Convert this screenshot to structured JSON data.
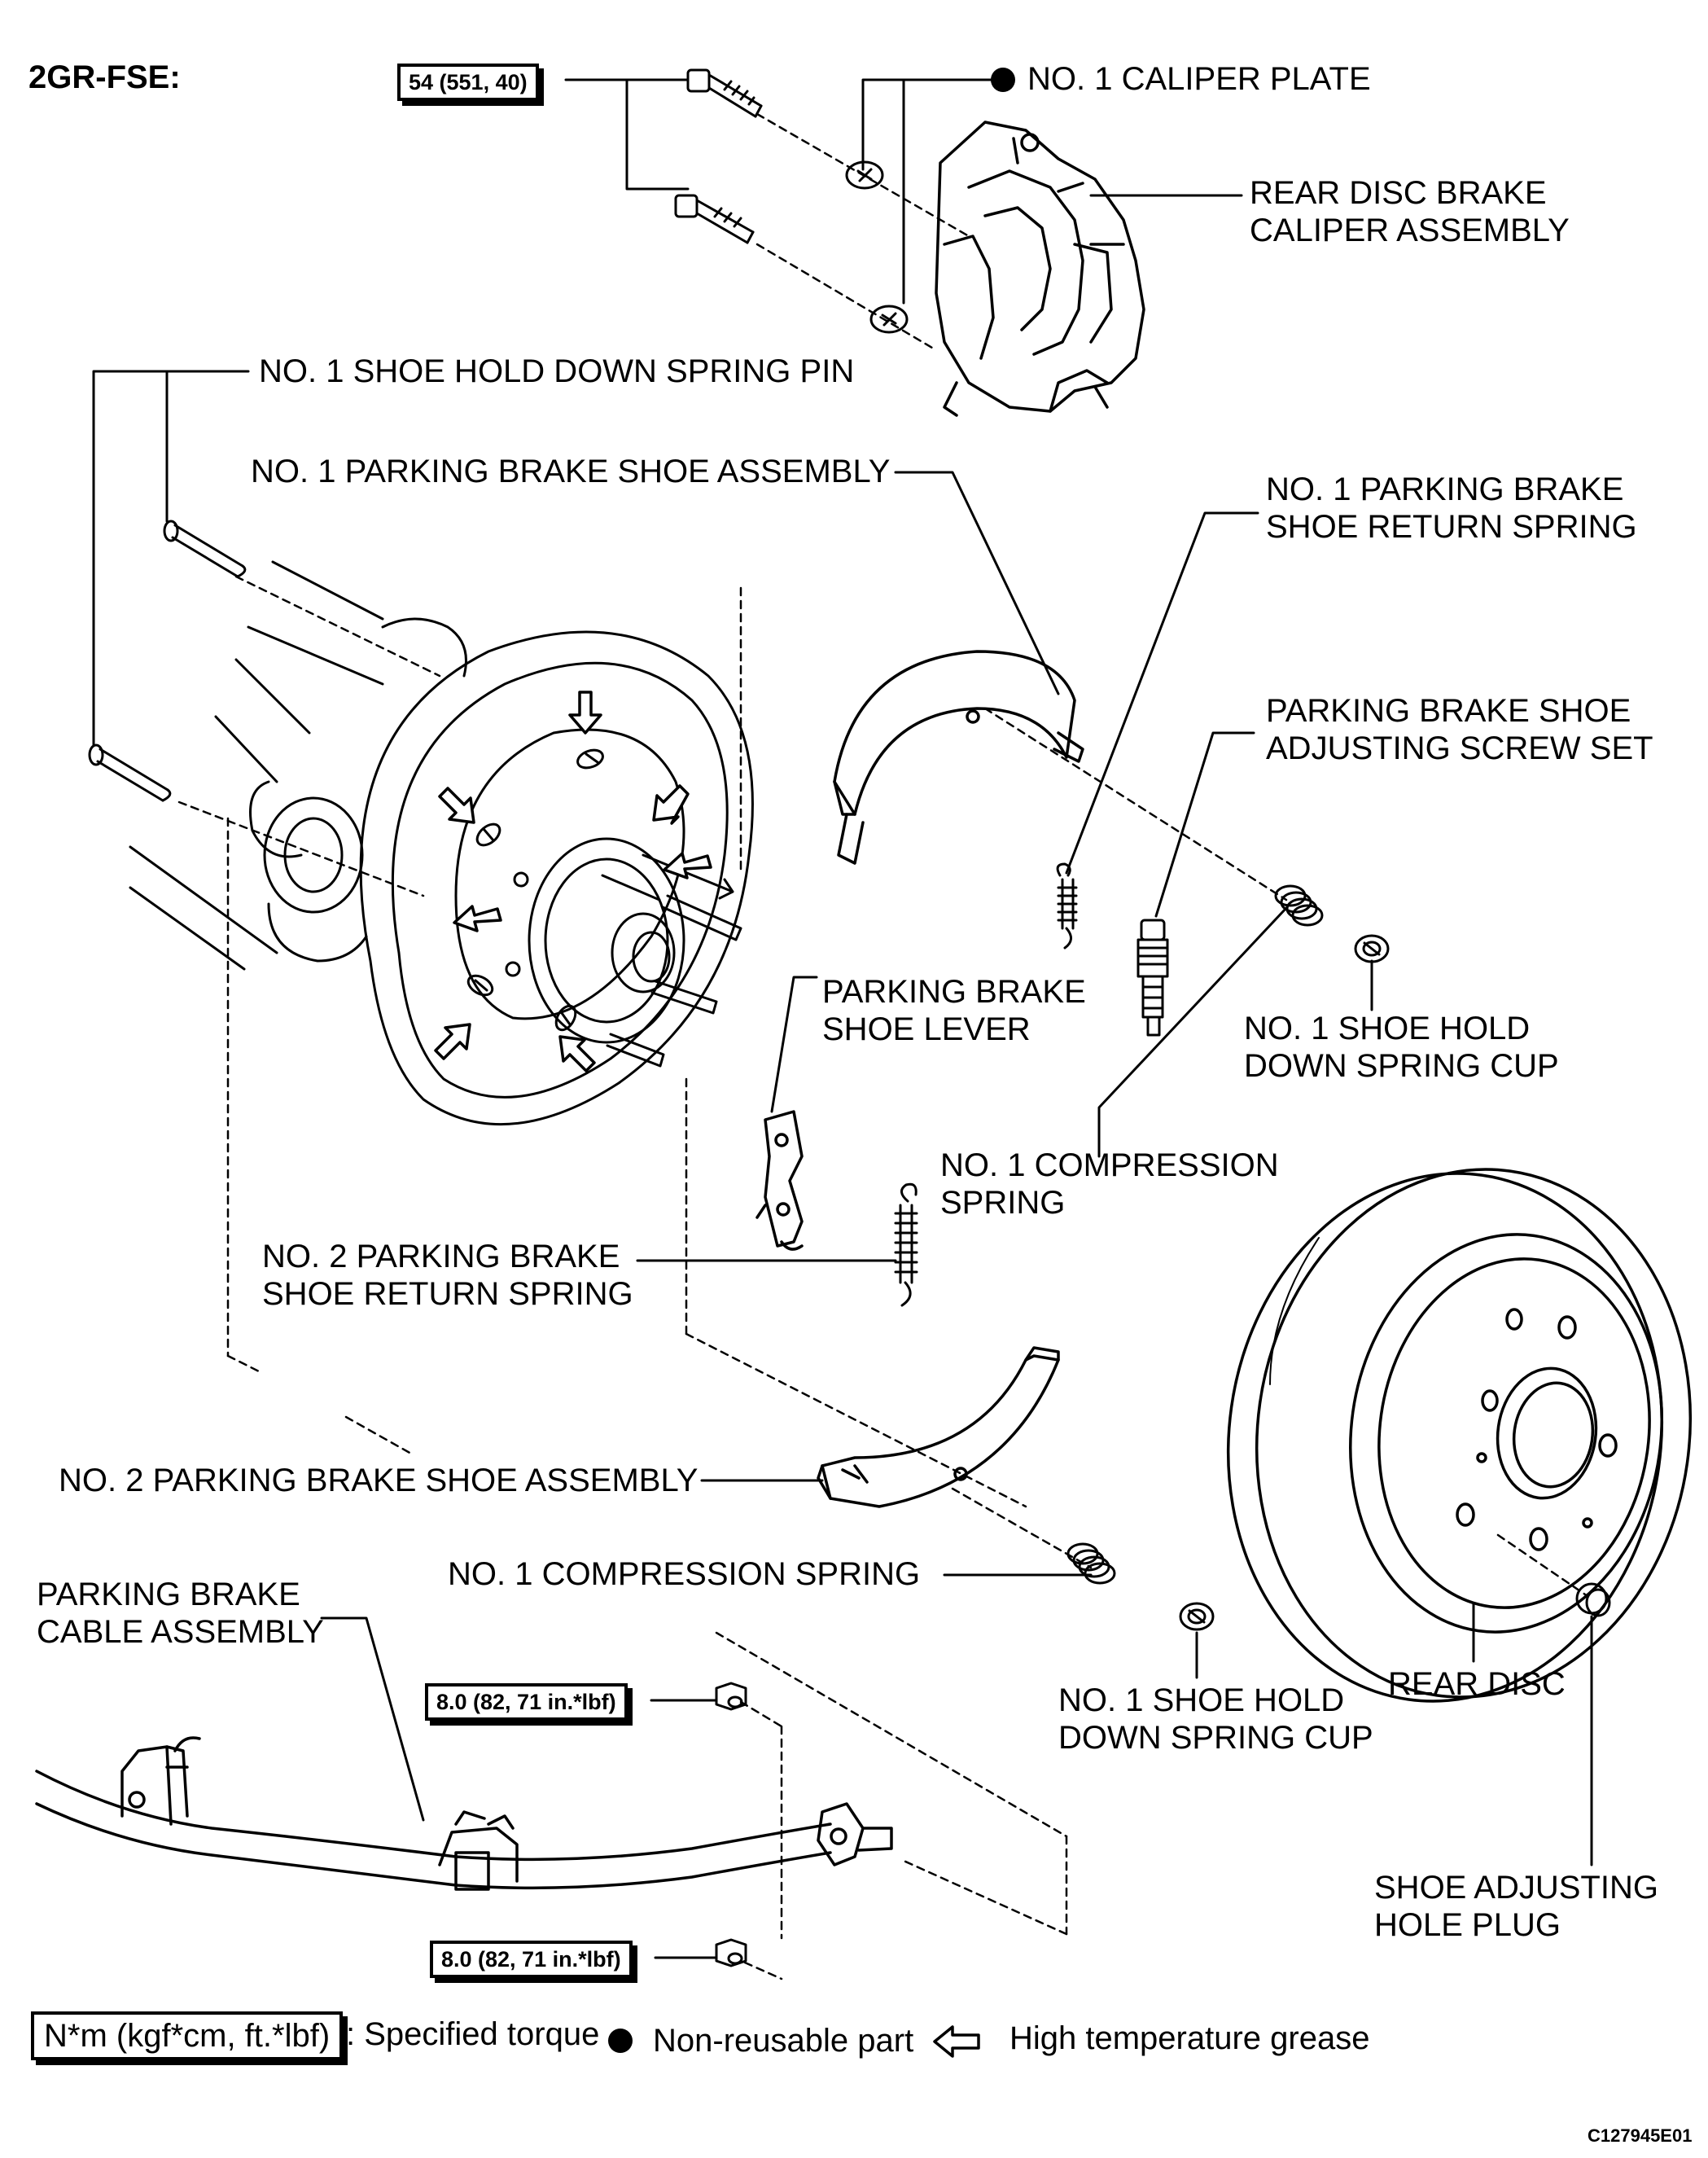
{
  "engine_label": "2GR-FSE:",
  "torques": {
    "caliper_bolts": "54 (551, 40)",
    "cable_upper": "8.0 (82, 71 in.*lbf)",
    "cable_lower": "8.0 (82, 71 in.*lbf)"
  },
  "labels": {
    "caliper_plate": "NO. 1 CALIPER PLATE",
    "caliper_assembly": [
      "REAR DISC BRAKE",
      "CALIPER ASSEMBLY"
    ],
    "hold_down_pin": "NO. 1 SHOE HOLD DOWN SPRING PIN",
    "shoe_assembly_1": "NO. 1 PARKING BRAKE SHOE ASSEMBLY",
    "return_spring_1": [
      "NO. 1 PARKING BRAKE",
      "SHOE RETURN SPRING"
    ],
    "adjusting_screw_set": [
      "PARKING BRAKE SHOE",
      "ADJUSTING SCREW SET"
    ],
    "shoe_lever": [
      "PARKING BRAKE",
      "SHOE LEVER"
    ],
    "cup_upper": [
      "NO. 1 SHOE HOLD",
      "DOWN SPRING CUP"
    ],
    "compression_spring_upper": [
      "NO. 1 COMPRESSION",
      "SPRING"
    ],
    "return_spring_2": [
      "NO.  2 PARKING BRAKE",
      "SHOE RETURN SPRING"
    ],
    "shoe_assembly_2": "NO. 2 PARKING BRAKE SHOE ASSEMBLY",
    "compression_spring_lower": "NO. 1 COMPRESSION SPRING",
    "cable_assembly": [
      "PARKING BRAKE",
      "CABLE ASSEMBLY"
    ],
    "cup_lower": [
      "NO. 1 SHOE HOLD",
      "DOWN SPRING CUP"
    ],
    "rear_disc": "REAR DISC",
    "hole_plug": [
      "SHOE ADJUSTING",
      "HOLE PLUG"
    ]
  },
  "legend": {
    "torque_box": "N*m (kgf*cm, ft.*lbf)",
    "torque_text": ": Specified torque",
    "nonreusable_text": "Non-reusable part",
    "grease_text": "High temperature grease"
  },
  "figure_code": "C127945E01",
  "colors": {
    "ink": "#000000",
    "paper": "#ffffff"
  },
  "icons": {
    "nonreusable": "filled-circle-icon",
    "grease": "hollow-arrow-icon"
  }
}
